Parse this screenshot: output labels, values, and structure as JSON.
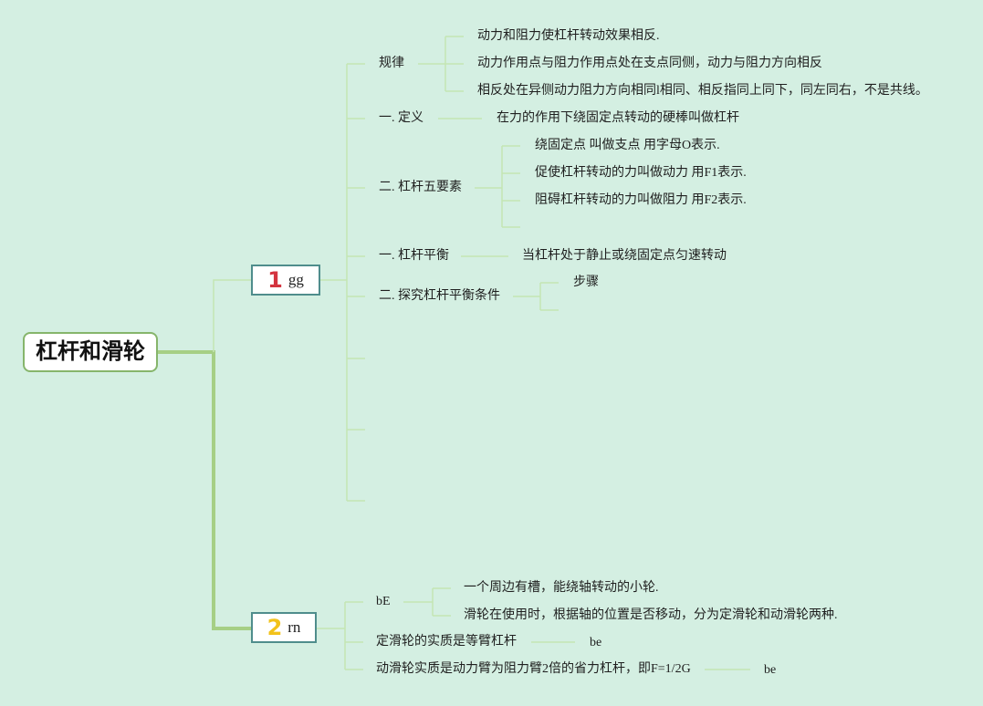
{
  "root": {
    "label": "杠杆和滑轮"
  },
  "branches": [
    {
      "number": "1",
      "label": "gg",
      "number_color": "#d4343f",
      "children": [
        {
          "label": "规律",
          "children": [
            "动力和阻力使杠杆转动效果相反.",
            "动力作用点与阻力作用点处在支点同侧，动力与阻力方向相反",
            "相反处在异侧动力阻力方向相同l相同、相反指同上同下，同左同右，不是共线。"
          ]
        },
        {
          "label": "一. 定义",
          "children": [
            "在力的作用下绕固定点转动的硬棒叫做杠杆"
          ]
        },
        {
          "label": "二. 杠杆五要素",
          "children": [
            "绕固定点 叫做支点 用字母O表示.",
            "促使杠杆转动的力叫做动力 用F1表示.",
            "阻碍杠杆转动的力叫做阻力 用F2表示."
          ]
        },
        {
          "label": "一. 杠杆平衡",
          "children": [
            "当杠杆处于静止或绕固定点匀速转动"
          ]
        },
        {
          "label": "二. 探究杠杆平衡条件",
          "children": [
            "步骤"
          ]
        }
      ]
    },
    {
      "number": "2",
      "label": "rn",
      "number_color": "#f2c21b",
      "children": [
        {
          "label": "bE",
          "children": [
            "一个周边有槽，能绕轴转动的小轮.",
            "滑轮在使用时，根据轴的位置是否移动，分为定滑轮和动滑轮两种."
          ]
        },
        {
          "label": "定滑轮的实质是等臂杠杆",
          "children": [
            "be"
          ]
        },
        {
          "label": "动滑轮实质是动力臂为阻力臂2倍的省力杠杆，即F=1/2G",
          "children": [
            "be"
          ]
        }
      ]
    }
  ],
  "colors": {
    "background": "#d4efe2",
    "trunk": "#a6cf85",
    "twig": "#c4e6b3"
  }
}
